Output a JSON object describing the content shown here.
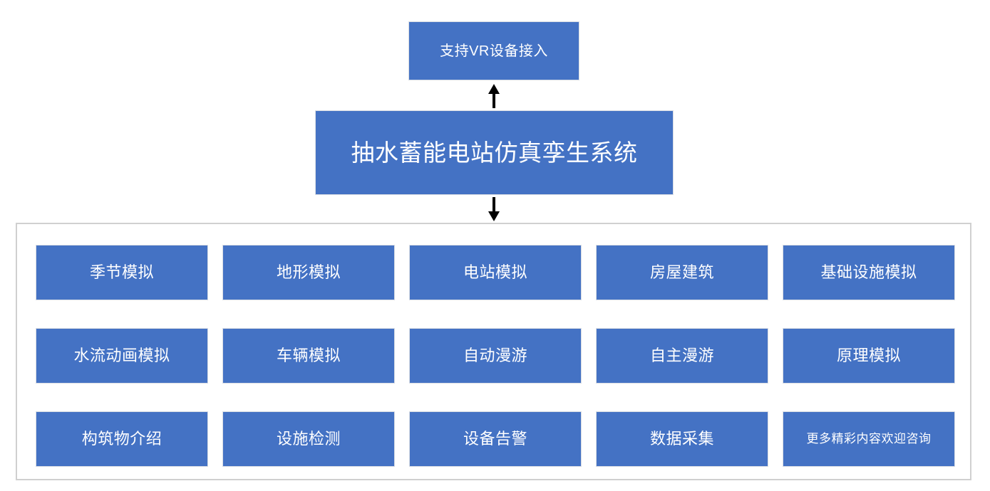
{
  "diagram": {
    "title": "抽水蓄能电站仿真孪生系统",
    "vr_node": {
      "label": "支持VR设备接入"
    },
    "main_node": {
      "label": "抽水蓄能电站仿真孪生系统"
    },
    "connectors": [
      {
        "name": "arrow-up-to-vr",
        "direction": "up"
      },
      {
        "name": "arrow-down-to-features",
        "direction": "down"
      }
    ],
    "features_panel": {
      "rows": [
        [
          {
            "label": "季节模拟",
            "small": false
          },
          {
            "label": "地形模拟",
            "small": false
          },
          {
            "label": "电站模拟",
            "small": false
          },
          {
            "label": "房屋建筑",
            "small": false
          },
          {
            "label": "基础设施模拟",
            "small": false
          }
        ],
        [
          {
            "label": "水流动画模拟",
            "small": false
          },
          {
            "label": "车辆模拟",
            "small": false
          },
          {
            "label": "自动漫游",
            "small": false
          },
          {
            "label": "自主漫游",
            "small": false
          },
          {
            "label": "原理模拟",
            "small": false
          }
        ],
        [
          {
            "label": "构筑物介绍",
            "small": false
          },
          {
            "label": "设施检测",
            "small": false
          },
          {
            "label": "设备告警",
            "small": false
          },
          {
            "label": "数据采集",
            "small": false
          },
          {
            "label": "更多精彩内容欢迎咨询",
            "small": true
          }
        ]
      ]
    },
    "colors": {
      "node_fill": "#4472C4",
      "node_text": "#ffffff",
      "panel_border": "#d0d0d0",
      "node_border": "#d9dde3",
      "arrow": "#000000",
      "background": "#ffffff"
    }
  }
}
